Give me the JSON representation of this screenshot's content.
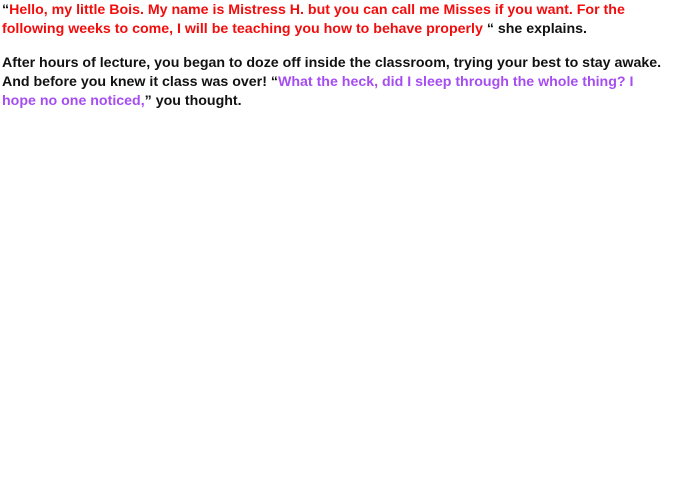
{
  "document": {
    "paragraphs": [
      {
        "open_quote": "“",
        "speech": "Hello, my little Bois. My name is Mistress H. but you can call me Misses if you want. For the following weeks to come, I will be teaching you how to behave properly",
        "close_quote": " “",
        "narration": " she explains."
      },
      {
        "narration_before": "After hours of lecture, you began to doze off inside the classroom, trying your best to stay awake. And before you knew it class was over! “",
        "thought": "What the heck, did I sleep through the whole thing? I hope no one noticed,",
        "close_quote": "”",
        "narration_after": " you thought."
      }
    ]
  },
  "colors": {
    "speech": "#f20d0d",
    "thought": "#a64df2",
    "narration": "#111111",
    "background": "#ffffff"
  }
}
